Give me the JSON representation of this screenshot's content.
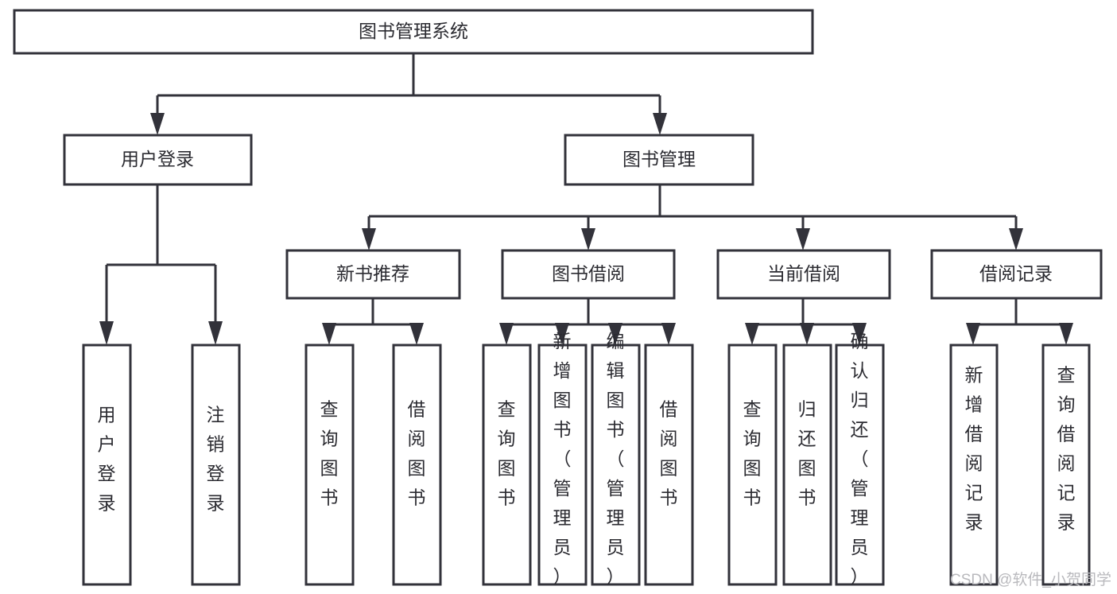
{
  "diagram": {
    "type": "tree-hierarchy",
    "title": "图书管理系统",
    "orientation": "top-down",
    "colors": {
      "stroke": "#32323a",
      "box_fill": "#ffffff",
      "text": "#2b2b31",
      "background": "#ffffff",
      "watermark": "#b9b9bd"
    },
    "root": {
      "id": "root",
      "label": "图书管理系统",
      "level": 1
    },
    "level2": [
      {
        "id": "user-login",
        "label": "用户登录",
        "level": 2
      },
      {
        "id": "book-manage",
        "label": "图书管理",
        "level": 2
      }
    ],
    "level3": [
      {
        "id": "new-book-rec",
        "label": "新书推荐",
        "level": 3,
        "parent": "book-manage"
      },
      {
        "id": "book-borrow",
        "label": "图书借阅",
        "level": 3,
        "parent": "book-manage"
      },
      {
        "id": "current-borrow",
        "label": "当前借阅",
        "level": 3,
        "parent": "book-manage"
      },
      {
        "id": "borrow-record",
        "label": "借阅记录",
        "level": 3,
        "parent": "book-manage"
      }
    ],
    "leaves": [
      {
        "id": "leaf-user-login",
        "label": "用户登录",
        "parent": "user-login"
      },
      {
        "id": "leaf-logout-login",
        "label": "注销登录",
        "parent": "user-login"
      },
      {
        "id": "leaf-query-book-rec",
        "label": "查询图书",
        "parent": "new-book-rec"
      },
      {
        "id": "leaf-borrow-book-rec",
        "label": "借阅图书",
        "parent": "new-book-rec"
      },
      {
        "id": "leaf-query-book-borrow",
        "label": "查询图书",
        "parent": "book-borrow"
      },
      {
        "id": "leaf-add-book",
        "label": "新增图书（管理员）",
        "parent": "book-borrow"
      },
      {
        "id": "leaf-edit-book",
        "label": "编辑图书（管理员）",
        "parent": "book-borrow"
      },
      {
        "id": "leaf-borrow-book",
        "label": "借阅图书",
        "parent": "book-borrow"
      },
      {
        "id": "leaf-query-book-current",
        "label": "查询图书",
        "parent": "current-borrow"
      },
      {
        "id": "leaf-return-book",
        "label": "归还图书",
        "parent": "current-borrow"
      },
      {
        "id": "leaf-confirm-return",
        "label": "确认归还（管理员）",
        "parent": "current-borrow"
      },
      {
        "id": "leaf-add-record",
        "label": "新增借阅记录",
        "parent": "borrow-record"
      },
      {
        "id": "leaf-query-record",
        "label": "查询借阅记录",
        "parent": "borrow-record"
      }
    ]
  },
  "watermark": {
    "label": "CSDN @软件_小贺同学"
  }
}
